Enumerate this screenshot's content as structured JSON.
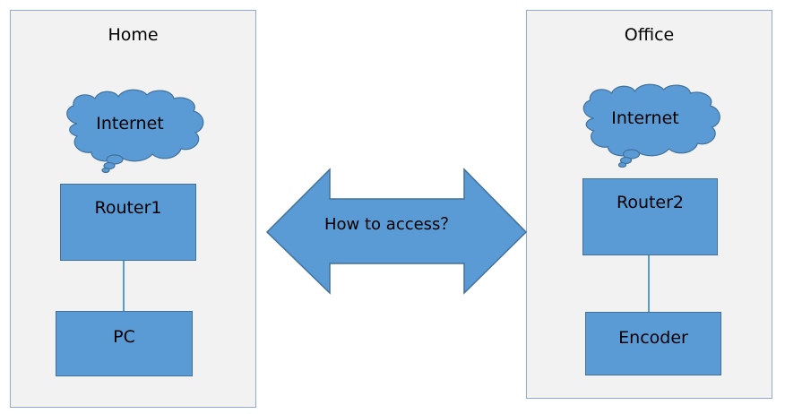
{
  "colors": {
    "panel_background": "#f2f2f2",
    "panel_border": "#8faadc",
    "node_fill": "#5b9bd5",
    "node_border": "#41719c"
  },
  "home": {
    "title": "Home",
    "cloud_label": "Internet",
    "router_label": "Router1",
    "device_label": "PC"
  },
  "office": {
    "title": "Office",
    "cloud_label": "Internet",
    "router_label": "Router2",
    "device_label": "Encoder"
  },
  "connector": {
    "label": "How to access？",
    "direction": "bidirectional"
  }
}
